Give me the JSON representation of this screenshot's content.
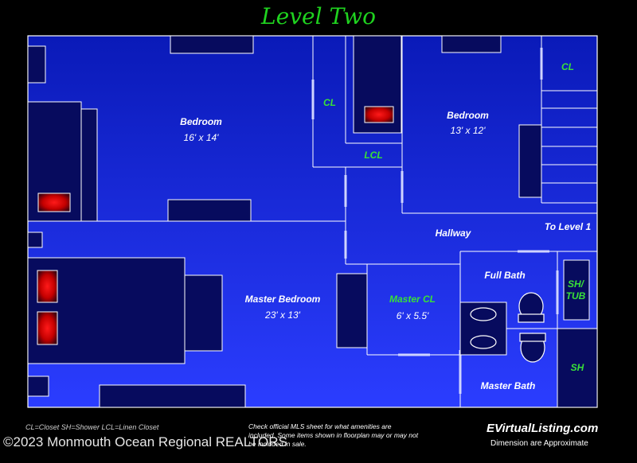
{
  "title": "Level Two",
  "rooms": {
    "bedroom1": {
      "name": "Bedroom",
      "dims": "16' x 14'"
    },
    "bedroom2": {
      "name": "Bedroom",
      "dims": "13' x 12'"
    },
    "master": {
      "name": "Master Bedroom",
      "dims": "23' x 13'"
    },
    "master_cl": {
      "name": "Master CL",
      "dims": "6' x 5.5'"
    },
    "full_bath": "Full Bath",
    "master_bath": "Master Bath",
    "hallway": "Hallway",
    "to_level": "To Level 1",
    "cl_a": "CL",
    "cl_b": "CL",
    "lcl": "LCL",
    "sh_tub": "SH/\nTUB",
    "sh": "SH"
  },
  "legend": "CL=Closet  SH=Shower LCL=Linen Closet",
  "disclaimer": "Check official MLS sheet for what amenities are included. Some items shown in floorplan may or may not be included in sale.",
  "brand": "EVirtualListing.com",
  "approx": "Dimension are Approximate",
  "copyright": "©2023 Monmouth Ocean Regional REALTORS",
  "colors": {
    "title": "#1fd31f",
    "accent_label": "#38e038",
    "floor_top": "#0b1fc4",
    "floor_bottom": "#2a3cff",
    "fixture": "#0a0f60"
  }
}
